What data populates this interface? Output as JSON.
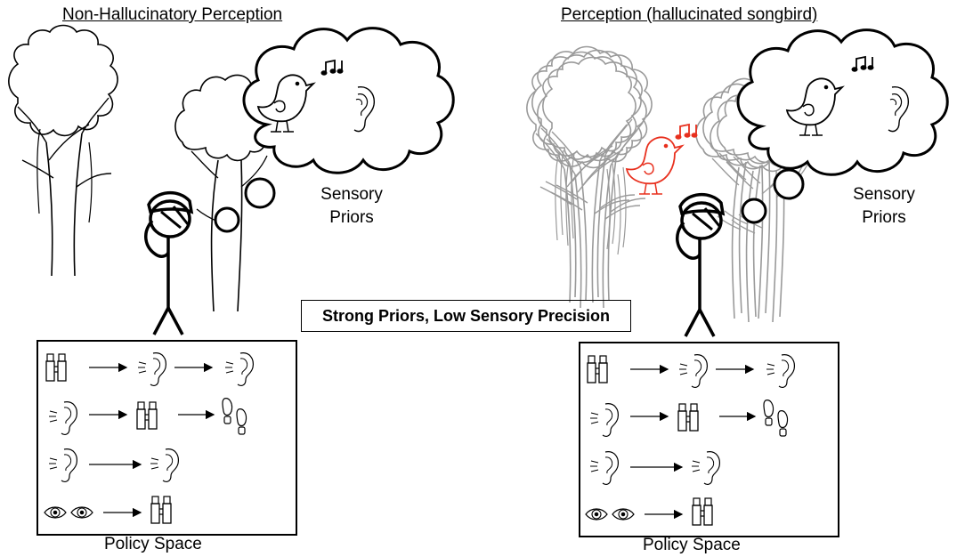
{
  "panels": {
    "left": {
      "title": "Non-Hallucinatory Perception",
      "prior_label_line1": "Sensory",
      "prior_label_line2": "Priors",
      "policy_label": "Policy Space"
    },
    "right": {
      "title": "Perception (hallucinated songbird)",
      "prior_label_line1": "Sensory",
      "prior_label_line2": "Priors",
      "policy_label": "Policy Space"
    }
  },
  "center_label": "Strong Priors, Low Sensory Precision",
  "policy_rows": [
    [
      "binoculars-icon",
      "ear-icon",
      "ear-icon"
    ],
    [
      "ear-icon",
      "binoculars-icon",
      "footprints-icon"
    ],
    [
      "ear-icon",
      "ear-icon"
    ],
    [
      "eyes-icon",
      "binoculars-icon"
    ]
  ],
  "colors": {
    "ink": "#000000",
    "hallucination": "#e8301e",
    "ghost_tree": "#9a9a9a"
  }
}
